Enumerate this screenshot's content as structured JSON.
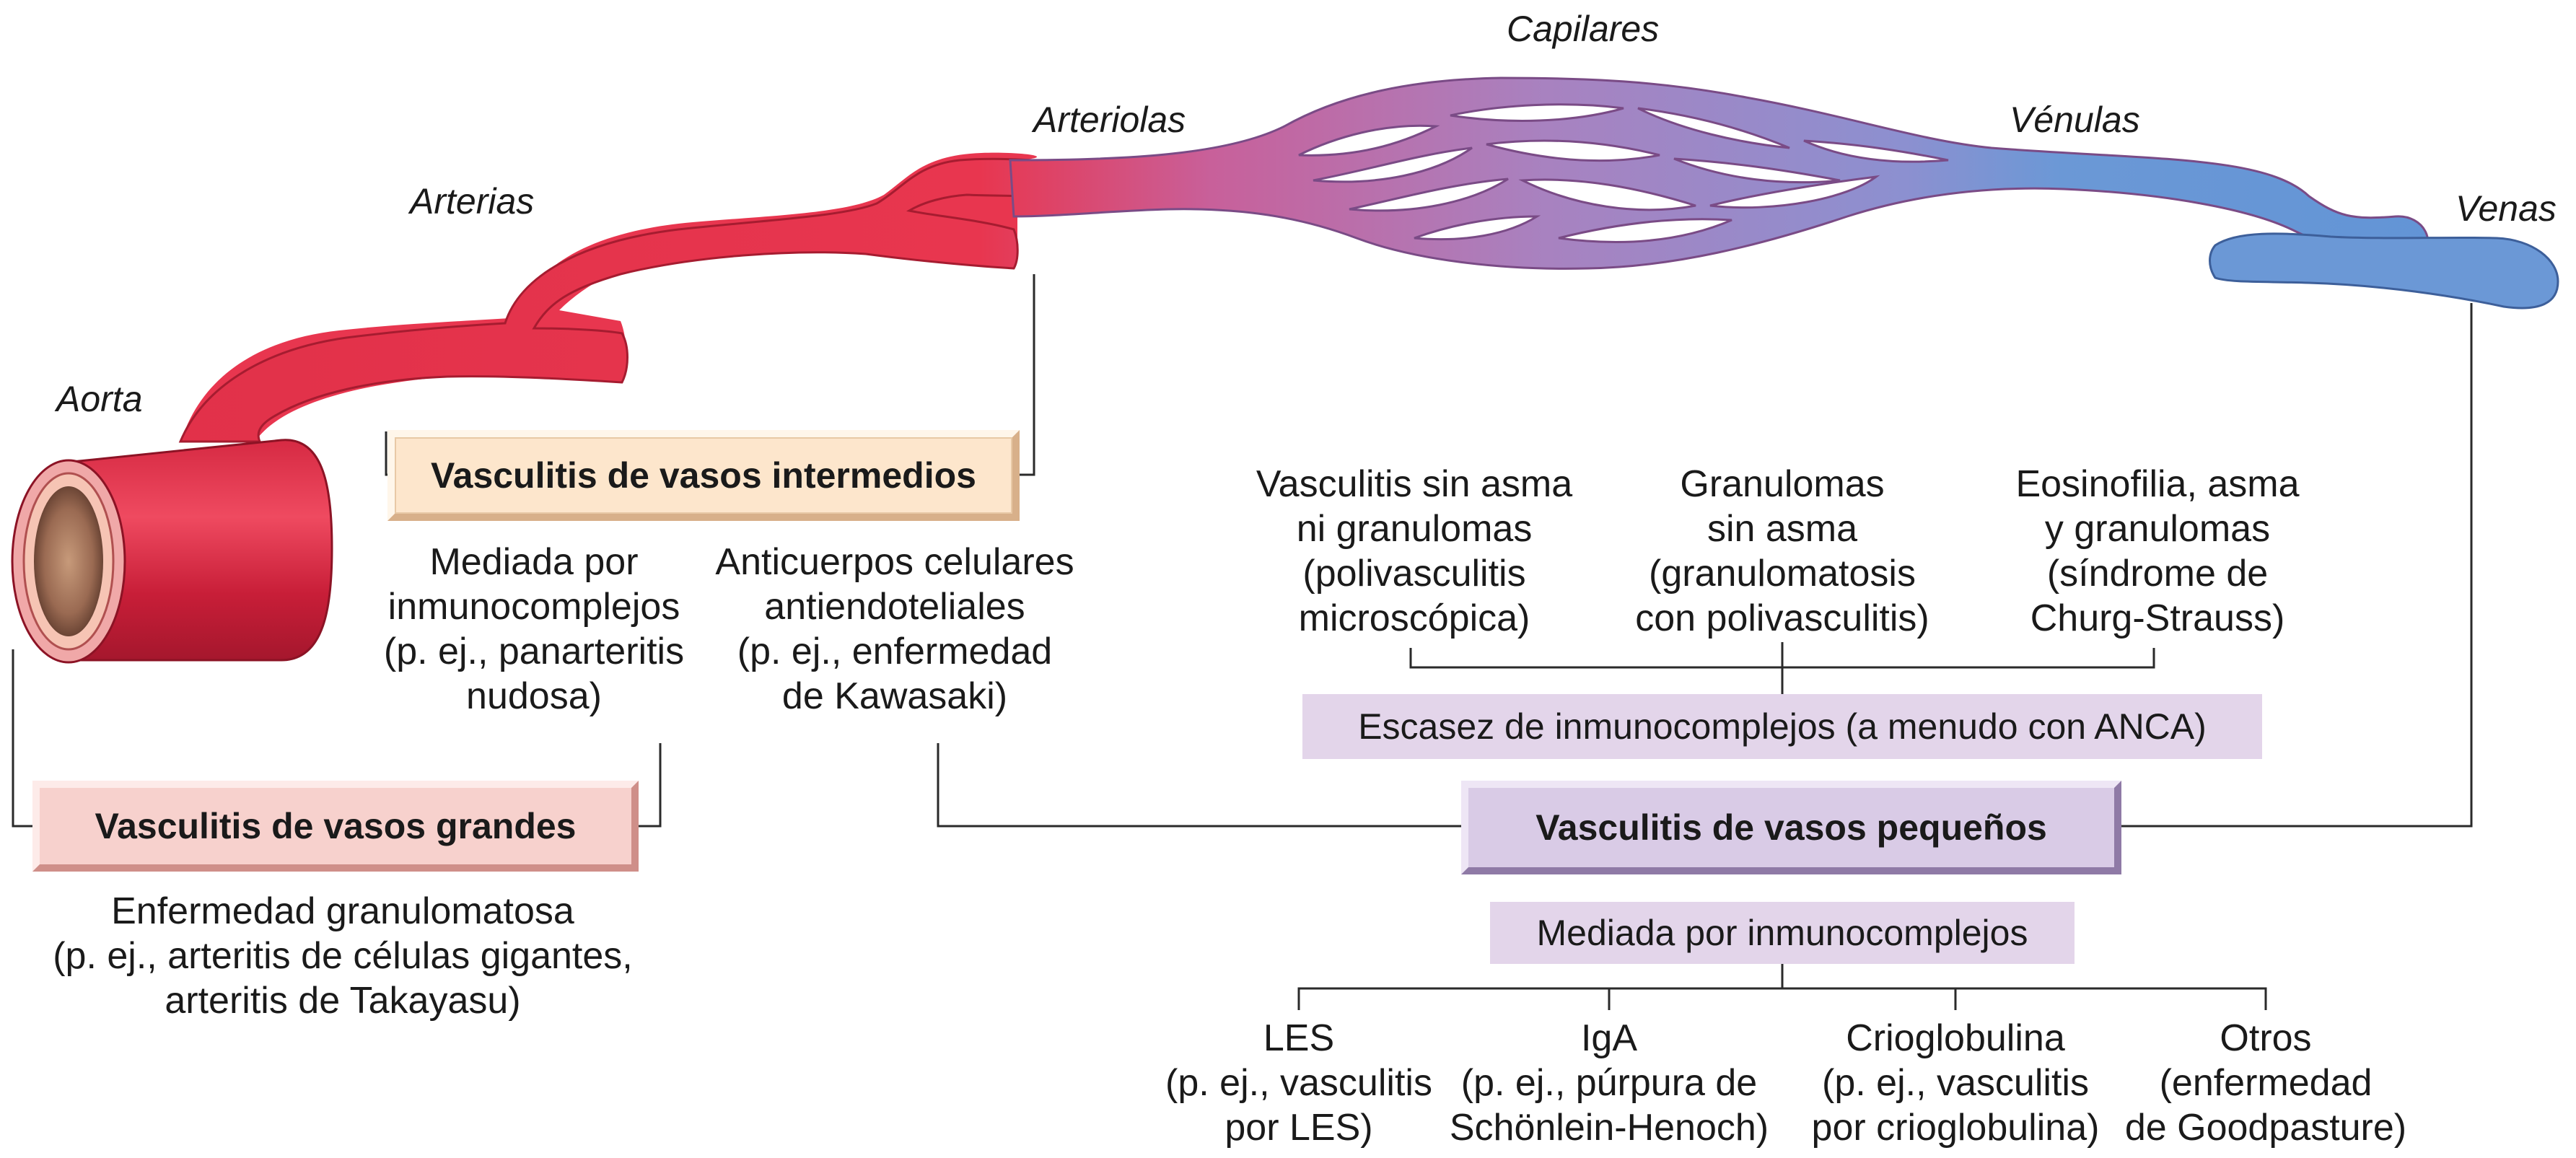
{
  "vessels": {
    "aorta": "Aorta",
    "arterias": "Arterias",
    "arteriolas": "Arteriolas",
    "capilares": "Capilares",
    "venulas": "Vénulas",
    "venas": "Venas"
  },
  "large": {
    "title": "Vasculitis de vasos grandes",
    "desc": "Enfermedad granulomatosa\n(p. ej., arteritis de células gigantes,\narteritis de Takayasu)"
  },
  "medium": {
    "title": "Vasculitis de vasos intermedios",
    "left": "Mediada por\ninmunocomplejos\n(p. ej., panarteritis\nnudosa)",
    "right": "Anticuerpos celulares\nantiendoteliales\n(p. ej., enfermedad\nde Kawasaki)"
  },
  "small": {
    "title": "Vasculitis de vasos pequeños",
    "anca_label": "Escasez de inmunocomplejos (a menudo con ANCA)",
    "anca_items": [
      "Vasculitis sin asma\nni granulomas\n(polivasculitis\nmicroscópica)",
      "Granulomas\nsin asma\n(granulomatosis\ncon polivasculitis)",
      "Eosinofilia, asma\ny granulomas\n(síndrome de\nChurg-Strauss)"
    ],
    "immune_label": "Mediada por inmunocomplejos",
    "immune_items": [
      "LES\n(p. ej., vasculitis\npor LES)",
      "IgA\n(p. ej., púrpura de\nSchönlein-Henoch)",
      "Crioglobulina\n(p. ej., vasculitis\npor crioglobulina)",
      "Otros\n(enfermedad\nde Goodpasture)"
    ]
  },
  "colors": {
    "artery": "#e8364f",
    "capillary": "#b27db6",
    "vein": "#6b98d6"
  }
}
